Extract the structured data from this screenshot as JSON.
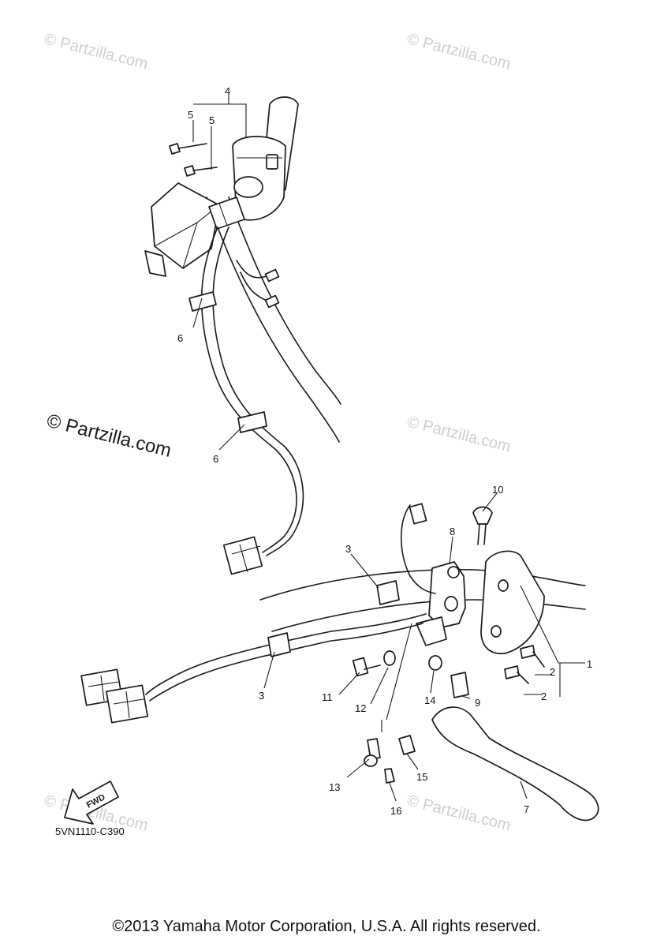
{
  "watermarks": {
    "faint": "© Partzilla.com",
    "main": "© Partzilla.com"
  },
  "callouts": {
    "c1": "1",
    "c2a": "2",
    "c2b": "2",
    "c3a": "3",
    "c3b": "3",
    "c4": "4",
    "c5a": "5",
    "c5b": "5",
    "c6a": "6",
    "c6b": "6",
    "c7": "7",
    "c8": "8",
    "c9": "9",
    "c10": "10",
    "c11": "11",
    "c12": "12",
    "c13": "13",
    "c14": "14",
    "c15": "15",
    "c16": "16"
  },
  "fwd_label": "FWD",
  "diagram_code": "5VN1110-C390",
  "copyright": "©2013 Yamaha Motor Corporation, U.S.A. All rights reserved."
}
